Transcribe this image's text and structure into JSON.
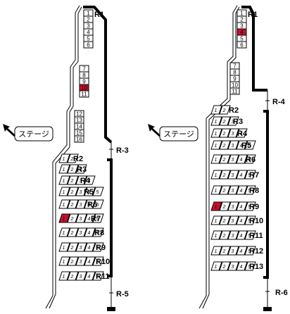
{
  "stage_label": "ステージ",
  "maps": [
    {
      "name": "left",
      "box_labels": [
        "1",
        "2",
        "3",
        "4",
        "5",
        "6",
        "7",
        "8",
        "9",
        "10",
        "11",
        "12",
        "13",
        "14",
        "15",
        "16"
      ],
      "highlight_box": "10",
      "row_labels": [
        "R1",
        "R2",
        "R3",
        "R4",
        "R5",
        "R6",
        "R7",
        "R8",
        "R9",
        "R10",
        "R11"
      ],
      "door_labels": [
        "R-3",
        "R-5"
      ],
      "seat_labels": [
        "1",
        "2",
        "3",
        "4",
        "5"
      ],
      "highlight_seat": {
        "row": "R7",
        "seat": "1"
      }
    },
    {
      "name": "right",
      "box_labels": [
        "1",
        "2",
        "3",
        "4",
        "5",
        "6",
        "7",
        "8",
        "9",
        "10",
        "11"
      ],
      "highlight_box": "4",
      "row_labels": [
        "R1",
        "R2",
        "R3",
        "R4",
        "R5",
        "R6",
        "R7",
        "R8",
        "R9",
        "R10",
        "R11",
        "R12",
        "R13"
      ],
      "door_labels": [
        "R-4",
        "R-6"
      ],
      "seat_labels": [
        "1",
        "2",
        "3",
        "4",
        "5"
      ],
      "highlight_seat": {
        "row": "R9",
        "seat": "1"
      }
    }
  ],
  "colors": {
    "highlight": "#c8102e",
    "line": "#000000"
  }
}
